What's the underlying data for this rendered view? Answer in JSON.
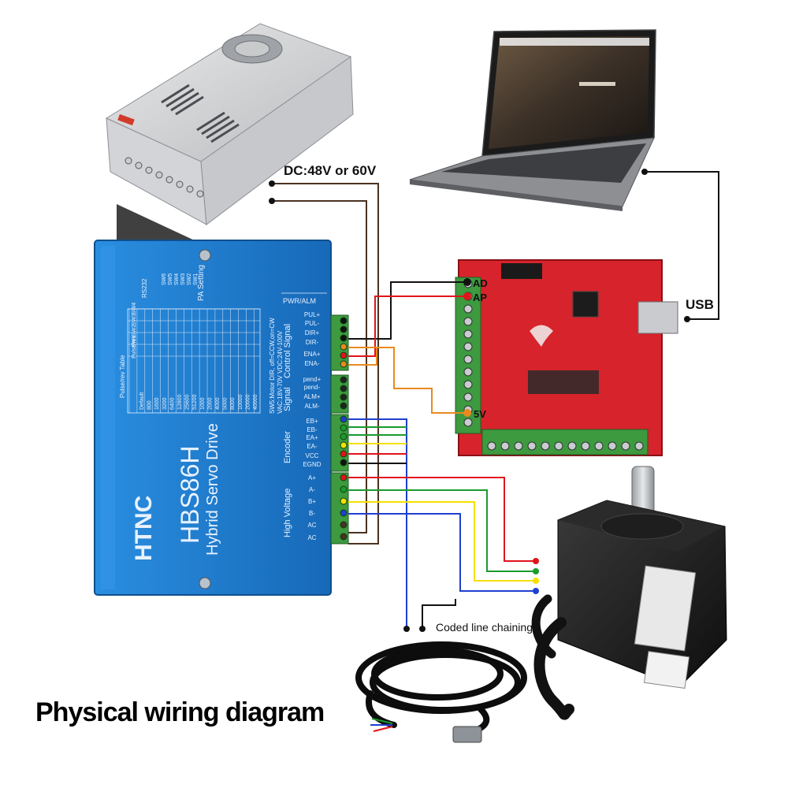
{
  "labels": {
    "power_voltage": "DC:48V or 60V",
    "usb": "USB",
    "ad": "AD",
    "ap": "AP",
    "five_v": "5V",
    "coded_line": "Coded line chaining",
    "title": "Physical wiring diagram"
  },
  "driver": {
    "brand": "HTNC",
    "model": "HBS86H",
    "subtitle": "Hybrid Servo Drive",
    "rs232": "RS232",
    "pa_setting": "PA Setting",
    "switches": [
      "SW6",
      "SW5",
      "SW4",
      "SW3",
      "SW2",
      "SW1"
    ],
    "pulse_table_title": "Pulse/rev Table",
    "pulse_table_header": [
      "Pulse/rev",
      "SW1",
      "SW2",
      "SW3",
      "SW4"
    ],
    "pulse_values": [
      "Default",
      "800",
      "1600",
      "3200",
      "6400",
      "12800",
      "25600",
      "51200",
      "1000",
      "2000",
      "4000",
      "5000",
      "8000",
      "10000",
      "20000",
      "40000"
    ],
    "sw_note": "SW5:Motor DIR, off=CCW,on=CW",
    "voltage_note": "VAC:18V-70V  VDC:24V-100V",
    "groups": {
      "pwr_alm": "PWR/ALM",
      "control": "Control Signal",
      "signal": "Signal",
      "encoder": "Encoder",
      "high_voltage": "High Voltage"
    },
    "control_pins": [
      "PUL+",
      "PUL-",
      "DIR+",
      "DIR-",
      "ENA+",
      "ENA-"
    ],
    "signal_pins": [
      "pend+",
      "pend-",
      "ALM+",
      "ALM-"
    ],
    "encoder_pins": [
      "EB+",
      "EB-",
      "EA+",
      "EA-",
      "VCC",
      "EGND"
    ],
    "power_pins": [
      "A+",
      "A-",
      "B+",
      "B-",
      "AC",
      "AC"
    ]
  },
  "colors": {
    "driver_blue": "#1f7fcf",
    "board_red": "#d7232b",
    "terminal_green": "#3d9a3f",
    "wire_black": "#111111",
    "wire_brown": "#4a3222",
    "wire_red": "#e0141b",
    "wire_orange": "#e98a1f",
    "wire_green": "#1b9a2e",
    "wire_yellow": "#f5e000",
    "wire_blue": "#1f3fd0"
  }
}
